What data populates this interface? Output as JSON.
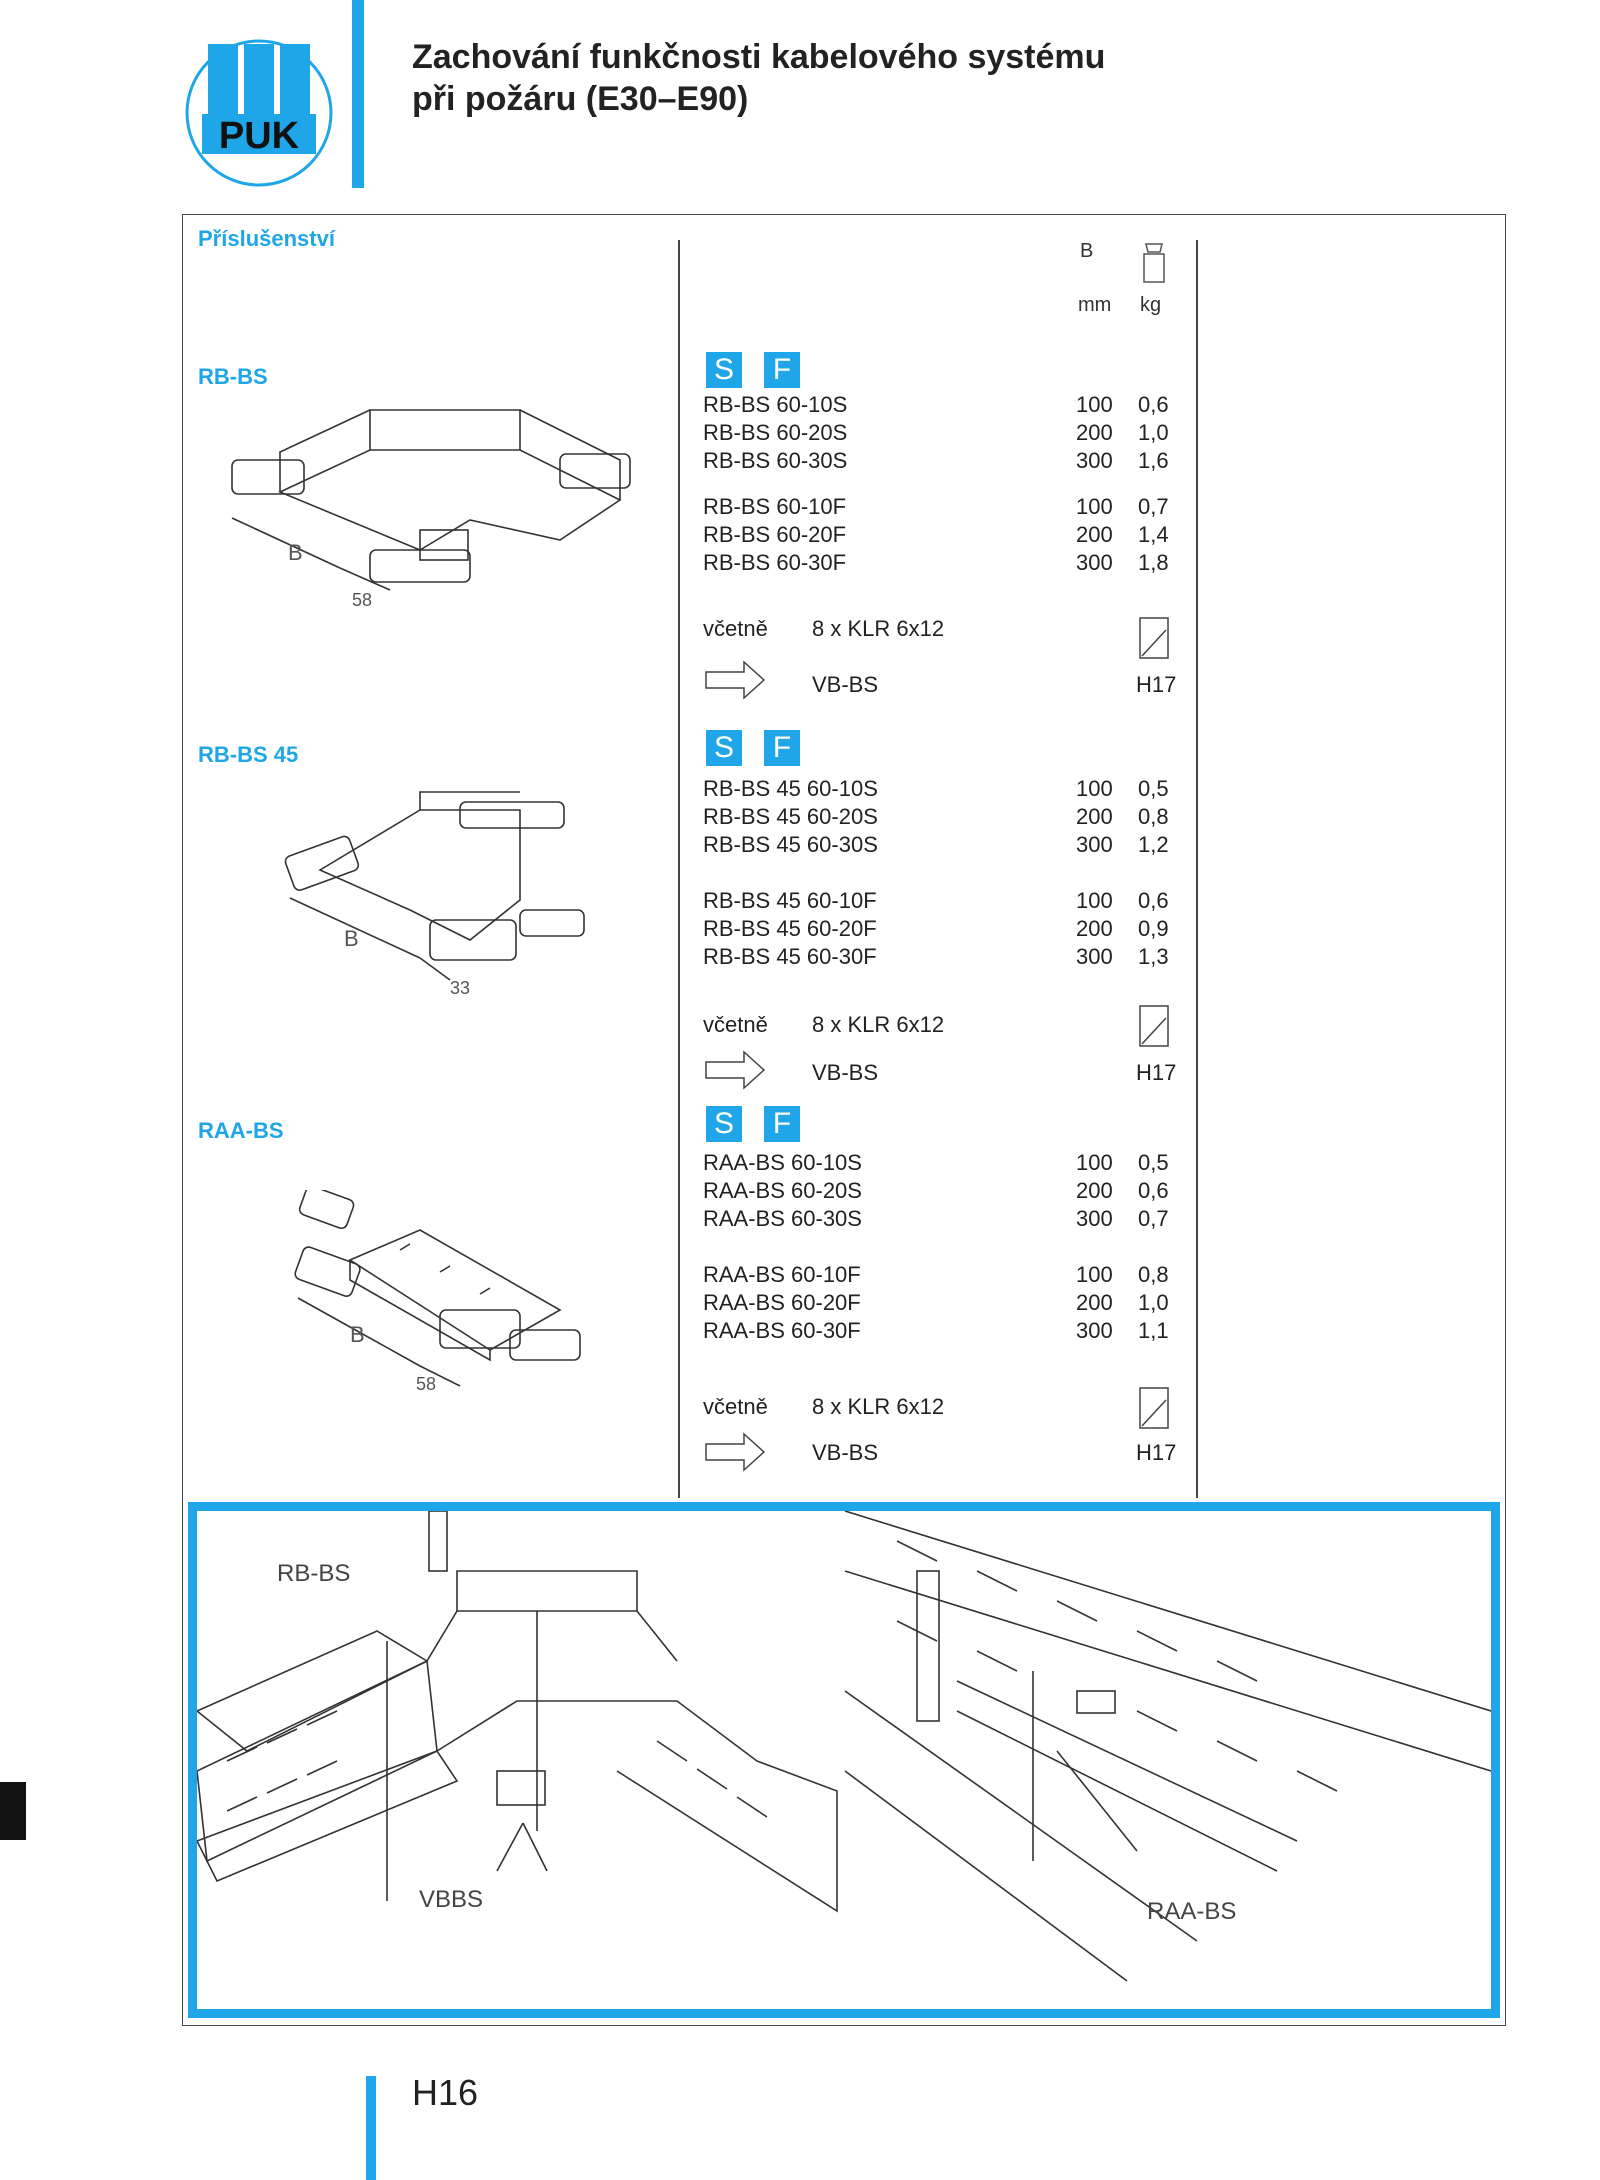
{
  "header": {
    "logo_text": "PUK",
    "title_line1": "Zachování funkčnosti kabelového systému",
    "title_line2": "při požáru (E30–E90)"
  },
  "section_title": "Příslušenství",
  "columns": {
    "b_label": "B",
    "b_unit": "mm",
    "kg_unit": "kg",
    "weight_icon": "weight-icon"
  },
  "products": [
    {
      "name": "RB-BS",
      "badge_s": "S",
      "badge_f": "F",
      "rows_s": [
        {
          "code": "RB-BS 60-10S",
          "b": "100",
          "kg": "0,6"
        },
        {
          "code": "RB-BS 60-20S",
          "b": "200",
          "kg": "1,0"
        },
        {
          "code": "RB-BS 60-30S",
          "b": "300",
          "kg": "1,6"
        }
      ],
      "rows_f": [
        {
          "code": "RB-BS 60-10F",
          "b": "100",
          "kg": "0,7"
        },
        {
          "code": "RB-BS 60-20F",
          "b": "200",
          "kg": "1,4"
        },
        {
          "code": "RB-BS 60-30F",
          "b": "300",
          "kg": "1,8"
        }
      ],
      "including_label": "včetně",
      "including_value": "8 x KLR 6x12",
      "ref_code": "VB-BS",
      "ref_page": "H17",
      "dim_b": "B",
      "dim_other": "58"
    },
    {
      "name": "RB-BS 45",
      "badge_s": "S",
      "badge_f": "F",
      "rows_s": [
        {
          "code": "RB-BS 45 60-10S",
          "b": "100",
          "kg": "0,5"
        },
        {
          "code": "RB-BS 45 60-20S",
          "b": "200",
          "kg": "0,8"
        },
        {
          "code": "RB-BS 45 60-30S",
          "b": "300",
          "kg": "1,2"
        }
      ],
      "rows_f": [
        {
          "code": "RB-BS 45 60-10F",
          "b": "100",
          "kg": "0,6"
        },
        {
          "code": "RB-BS 45 60-20F",
          "b": "200",
          "kg": "0,9"
        },
        {
          "code": "RB-BS 45 60-30F",
          "b": "300",
          "kg": "1,3"
        }
      ],
      "including_label": "včetně",
      "including_value": "8 x KLR 6x12",
      "ref_code": "VB-BS",
      "ref_page": "H17",
      "dim_b": "B",
      "dim_other": "33"
    },
    {
      "name": "RAA-BS",
      "badge_s": "S",
      "badge_f": "F",
      "rows_s": [
        {
          "code": "RAA-BS 60-10S",
          "b": "100",
          "kg": "0,5"
        },
        {
          "code": "RAA-BS 60-20S",
          "b": "200",
          "kg": "0,6"
        },
        {
          "code": "RAA-BS 60-30S",
          "b": "300",
          "kg": "0,7"
        }
      ],
      "rows_f": [
        {
          "code": "RAA-BS 60-10F",
          "b": "100",
          "kg": "0,8"
        },
        {
          "code": "RAA-BS 60-20F",
          "b": "200",
          "kg": "1,0"
        },
        {
          "code": "RAA-BS 60-30F",
          "b": "300",
          "kg": "1,1"
        }
      ],
      "including_label": "včetně",
      "including_value": "8 x KLR 6x12",
      "ref_code": "VB-BS",
      "ref_page": "H17",
      "dim_b": "B",
      "dim_other": "58"
    }
  ],
  "installation": {
    "label_left": "RB-BS",
    "label_mid": "VBBS",
    "label_right": "RAA-BS"
  },
  "footer": {
    "page": "H16"
  }
}
